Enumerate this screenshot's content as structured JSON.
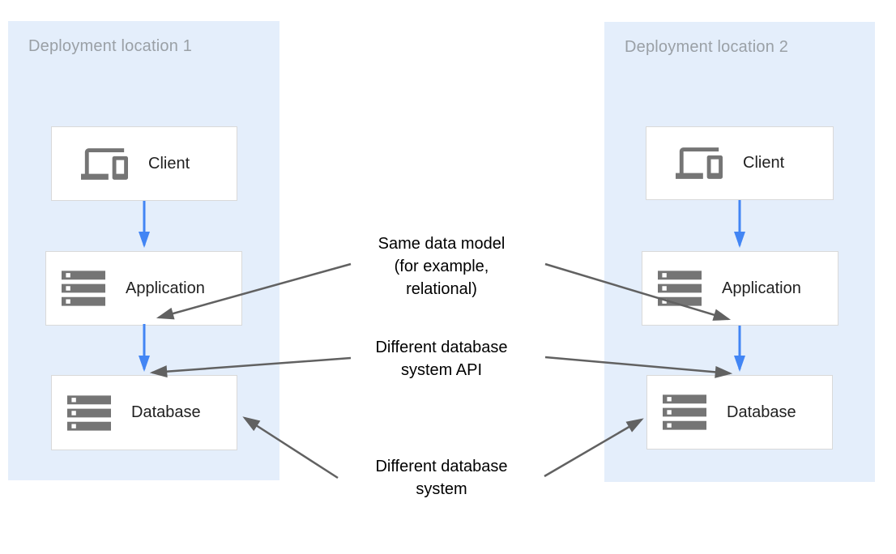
{
  "panels": [
    {
      "title": "Deployment location 1",
      "boxes": [
        {
          "label": "Client",
          "icon": "devices-icon"
        },
        {
          "label": "Application",
          "icon": "storage-icon"
        },
        {
          "label": "Database",
          "icon": "storage-icon"
        }
      ]
    },
    {
      "title": "Deployment location 2",
      "boxes": [
        {
          "label": "Client",
          "icon": "devices-icon"
        },
        {
          "label": "Application",
          "icon": "storage-icon"
        },
        {
          "label": "Database",
          "icon": "storage-icon"
        }
      ]
    }
  ],
  "annotations": [
    {
      "lines": [
        "Same data model",
        "(for example,",
        "relational)"
      ]
    },
    {
      "lines": [
        "Different database",
        "system API"
      ]
    },
    {
      "lines": [
        "Different database",
        "system"
      ]
    }
  ],
  "colors": {
    "panel_background": "#e4eefb",
    "box_background": "#ffffff",
    "box_border": "#d9d9d9",
    "flow_arrow_blue": "#4285f4",
    "annotation_arrow_gray": "#616161",
    "icon_gray": "#757575",
    "panel_title_gray": "#9aa0a6",
    "box_label_dark": "#212121",
    "annotation_text": "#000000"
  }
}
